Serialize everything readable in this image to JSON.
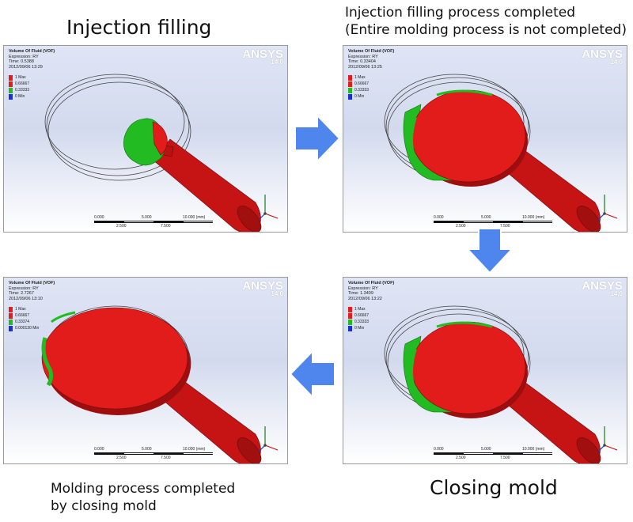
{
  "captions": {
    "step1": "Injection filling",
    "step2": "Injection filling process completed\n(Entire molding process is not completed)",
    "step3": "Closing mold",
    "step4": "Molding process completed\nby closing mold"
  },
  "panels": [
    {
      "id": "tl",
      "header": {
        "title": "Volume Of Fluid (VOF)",
        "expression": "Expression: RY",
        "time": "Time: 0.5388",
        "date": "2012/09/06 13:29"
      },
      "legend": [
        {
          "label": "1 Max",
          "color": "#e21b1b"
        },
        {
          "label": "0.66667",
          "color": "#e21b1b"
        },
        {
          "label": "0.33333",
          "color": "#22bb22"
        },
        {
          "label": "0 Min",
          "color": "#1a2ed6"
        }
      ]
    },
    {
      "id": "tr",
      "header": {
        "title": "Volume Of Fluid (VOF)",
        "expression": "Expression: RY",
        "time": "Time: 0.33404",
        "date": "2012/09/06 13:25"
      },
      "legend": [
        {
          "label": "1 Max",
          "color": "#e21b1b"
        },
        {
          "label": "0.66667",
          "color": "#e21b1b"
        },
        {
          "label": "0.33333",
          "color": "#22bb22"
        },
        {
          "label": "0 Min",
          "color": "#1a2ed6"
        }
      ]
    },
    {
      "id": "br",
      "header": {
        "title": "Volume Of Fluid (VOF)",
        "expression": "Expression: RY",
        "time": "Time: 1.3409",
        "date": "2012/09/06 13:22"
      },
      "legend": [
        {
          "label": "1 Max",
          "color": "#e21b1b"
        },
        {
          "label": "0.66667",
          "color": "#e21b1b"
        },
        {
          "label": "0.33333",
          "color": "#22bb22"
        },
        {
          "label": "0 Min",
          "color": "#1a2ed6"
        }
      ]
    },
    {
      "id": "bl",
      "header": {
        "title": "Volume Of Fluid (VOF)",
        "expression": "Expression: RY",
        "time": "Time: 2.7267",
        "date": "2012/09/06 13:10"
      },
      "legend": [
        {
          "label": "1 Max",
          "color": "#e21b1b"
        },
        {
          "label": "0.66667",
          "color": "#e21b1b"
        },
        {
          "label": "0.33374",
          "color": "#22bb22"
        },
        {
          "label": "0.000130 Min",
          "color": "#1a2ed6"
        }
      ]
    }
  ],
  "branding": {
    "name": "ANSYS",
    "version": "14.0"
  },
  "scale_bar": {
    "top_labels": [
      "0.000",
      "5.000",
      "10.000 (mm)"
    ],
    "bottom_labels": [
      "2.500",
      "7.500"
    ]
  },
  "arrows": {
    "color": "#4f86ee",
    "sequence": [
      "right",
      "down",
      "left"
    ]
  },
  "colors": {
    "fluid": "#e21b1b",
    "interface": "#22bb22",
    "low": "#1a2ed6"
  }
}
